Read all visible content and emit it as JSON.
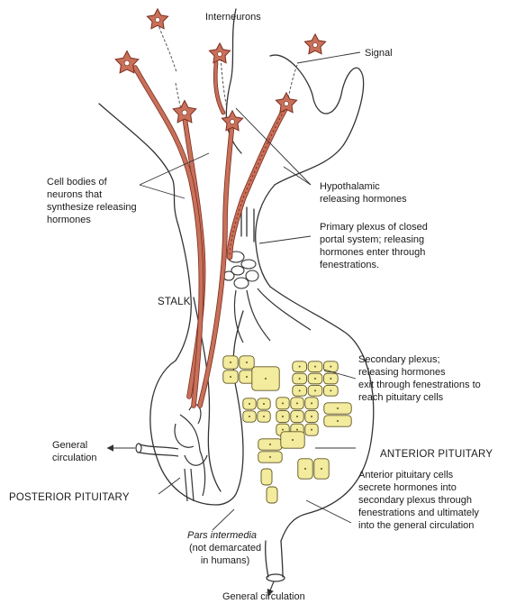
{
  "labels": {
    "interneurons": "Interneurons",
    "signal": "Signal",
    "cell_bodies": "Cell bodies of\nneurons that\nsynthesize releasing\nhormones",
    "hypothalamic": "Hypothalamic\nreleasing hormones",
    "primary_plexus": "Primary plexus of closed\nportal system; releasing\nhormones enter through\nfenestrations.",
    "stalk": "STALK",
    "secondary_plexus": "Secondary plexus;\nreleasing hormones\nexit through fenestrations to\nreach pituitary cells",
    "general_circulation_left": "General\ncirculation",
    "anterior_pituitary": "ANTERIOR PITUITARY",
    "anterior_cells": "Anterior pituitary cells\nsecrete hormones into\nsecondary plexus through\nfenestrations and ultimately\ninto the general circulation",
    "posterior_pituitary": "POSTERIOR PITUITARY",
    "pars_intermedia_title": "Pars intermedia",
    "pars_intermedia_note": "(not demarcated\nin humans)",
    "general_circulation_bottom": "General circulation"
  },
  "colors": {
    "neuron_fill": "#c8705a",
    "neuron_stroke": "#7a2e1e",
    "neuron_dark": "#8a2e1e",
    "nucleus": "#ffffff",
    "cell_fill": "#f3eb9d",
    "cell_stroke": "#5f5520",
    "outline": "#333333"
  }
}
